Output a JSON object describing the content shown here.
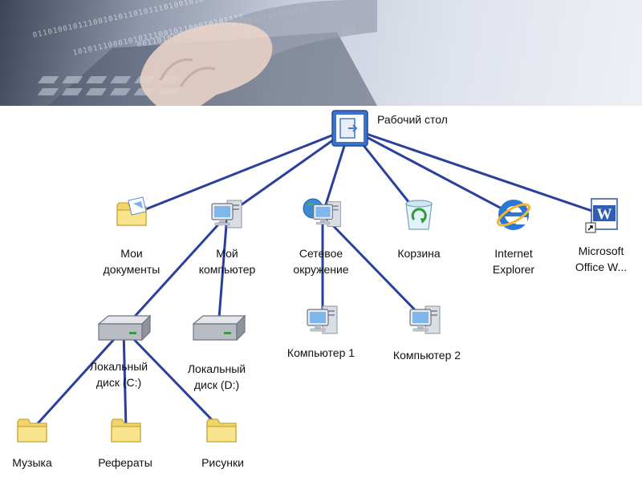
{
  "banner": {
    "binary_rows": [
      "0110100101110010101101011101001010",
      "1010111000101011100101100010101110",
      "0011010101101000101011011101101001",
      "1101000101110010101110010100101101"
    ]
  },
  "colors": {
    "connector": "#2b3f9c",
    "folder": "#f2d670",
    "monitor": "#8fc0ee",
    "drive": "#c9cdd3"
  },
  "nodes": {
    "desktop": {
      "label": "Рабочий стол",
      "icon": "desktop-icon"
    },
    "my_documents": {
      "label": "Мои\nдокументы",
      "icon": "documents-folder-icon"
    },
    "my_computer": {
      "label": "Мой\nкомпьютер",
      "icon": "computer-icon"
    },
    "network": {
      "label": "Сетевое\nокружение",
      "icon": "network-icon"
    },
    "recycle_bin": {
      "label": "Корзина",
      "icon": "recycle-bin-icon"
    },
    "internet_explorer": {
      "label": "Internet\nExplorer",
      "icon": "internet-explorer-icon"
    },
    "ms_office": {
      "label": "Microsoft\nOffice W...",
      "icon": "word-shortcut-icon"
    },
    "disk_c": {
      "label": "Локальный\nдиск (C:)",
      "icon": "drive-icon"
    },
    "disk_d": {
      "label": "Локальный\nдиск (D:)",
      "icon": "drive-icon"
    },
    "computer1": {
      "label": "Компьютер 1",
      "icon": "computer-icon"
    },
    "computer2": {
      "label": "Компьютер 2",
      "icon": "computer-icon"
    },
    "music": {
      "label": "Музыка",
      "icon": "folder-icon"
    },
    "essays": {
      "label": "Рефераты",
      "icon": "folder-icon"
    },
    "pictures": {
      "label": "Рисунки",
      "icon": "folder-icon"
    }
  }
}
